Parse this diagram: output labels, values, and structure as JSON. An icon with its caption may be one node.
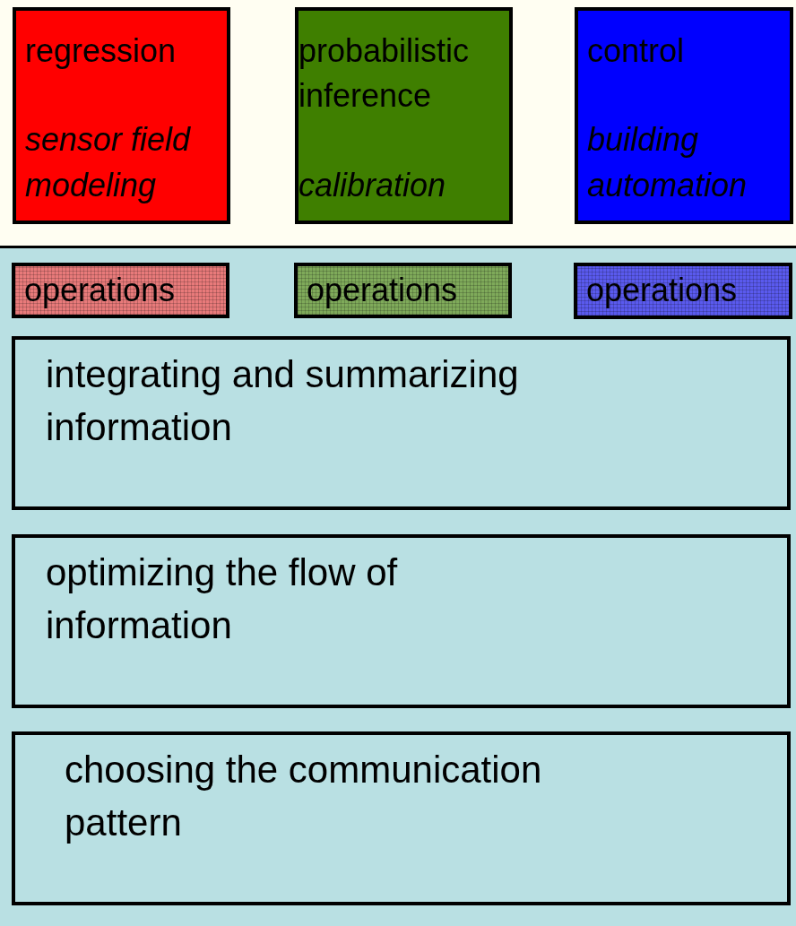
{
  "diagram": {
    "nodes": [
      {
        "text": [
          "regression",
          "sensor field modeling"
        ]
      },
      {
        "text": [
          "probabilistic inference",
          "calibration"
        ]
      },
      {
        "text": [
          "control",
          "building automation"
        ]
      },
      {
        "text": [],
        "shape": "box"
      },
      {
        "text": [
          "operations"
        ],
        "in": 3
      },
      {
        "text": [
          "operations"
        ],
        "in": 3
      },
      {
        "text": [
          "operations"
        ],
        "in": 3
      },
      {
        "text": [
          "integrating and summarizing information"
        ],
        "in": 3
      },
      {
        "text": [
          "optimizing the flow of information"
        ],
        "in": 3
      },
      {
        "text": [
          "choosing the communication pattern"
        ],
        "in": 3
      }
    ],
    "edges": []
  }
}
